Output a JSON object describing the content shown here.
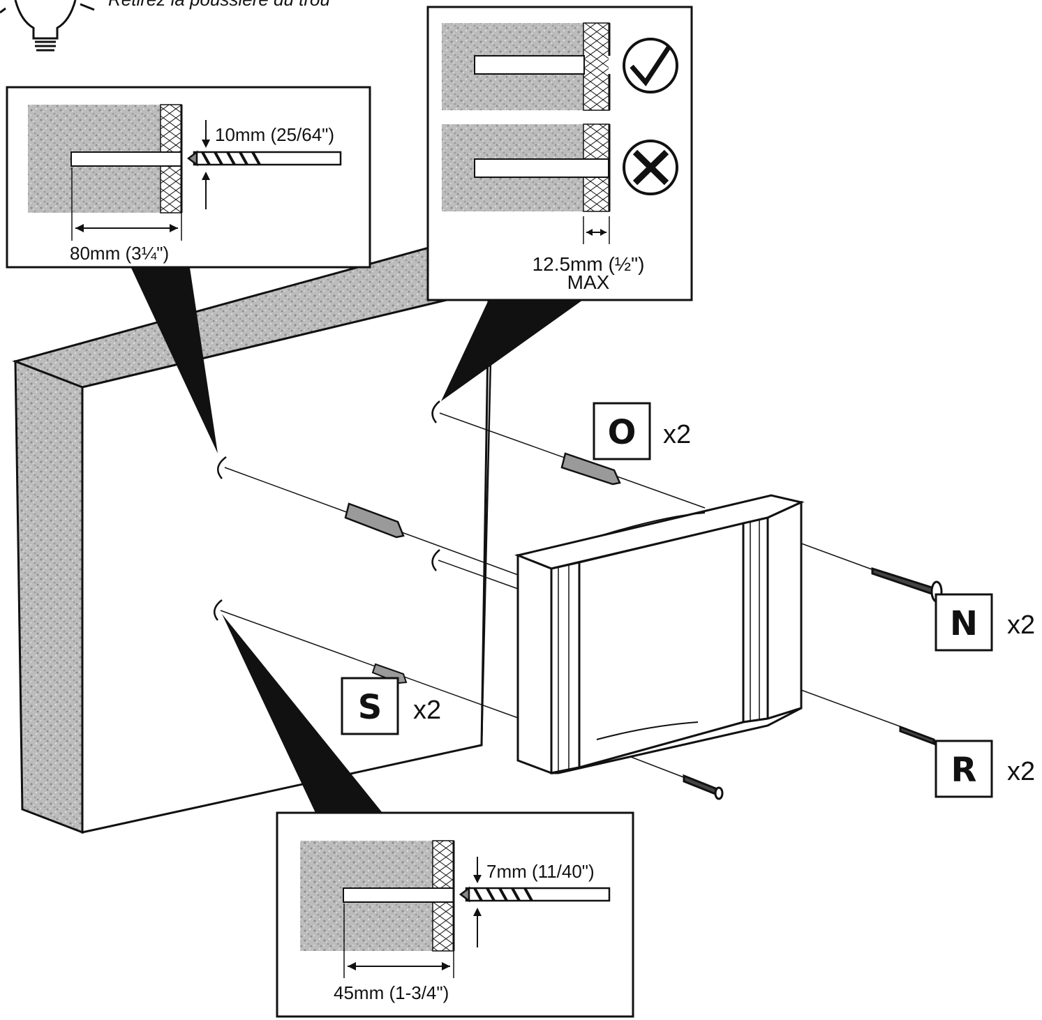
{
  "tip": {
    "text": "Retirez la poussière du trou"
  },
  "callout_drill_10": {
    "diameter": "10mm (25/64\")",
    "depth": "80mm (3¼\")"
  },
  "callout_anchor_flush": {
    "max_gap": "12.5mm (½\")",
    "max_word": "MAX"
  },
  "callout_drill_7": {
    "diameter": "7mm (11/40\")",
    "depth": "45mm (1-3/4\")"
  },
  "parts": {
    "O": {
      "letter": "O",
      "qty": "x2"
    },
    "N": {
      "letter": "N",
      "qty": "x2"
    },
    "R": {
      "letter": "R",
      "qty": "x2"
    },
    "S": {
      "letter": "S",
      "qty": "x2"
    }
  },
  "colors": {
    "stone": "#bdbdbd",
    "stone_dark": "#9a9a9a",
    "ink": "#111111",
    "paper": "#ffffff"
  }
}
